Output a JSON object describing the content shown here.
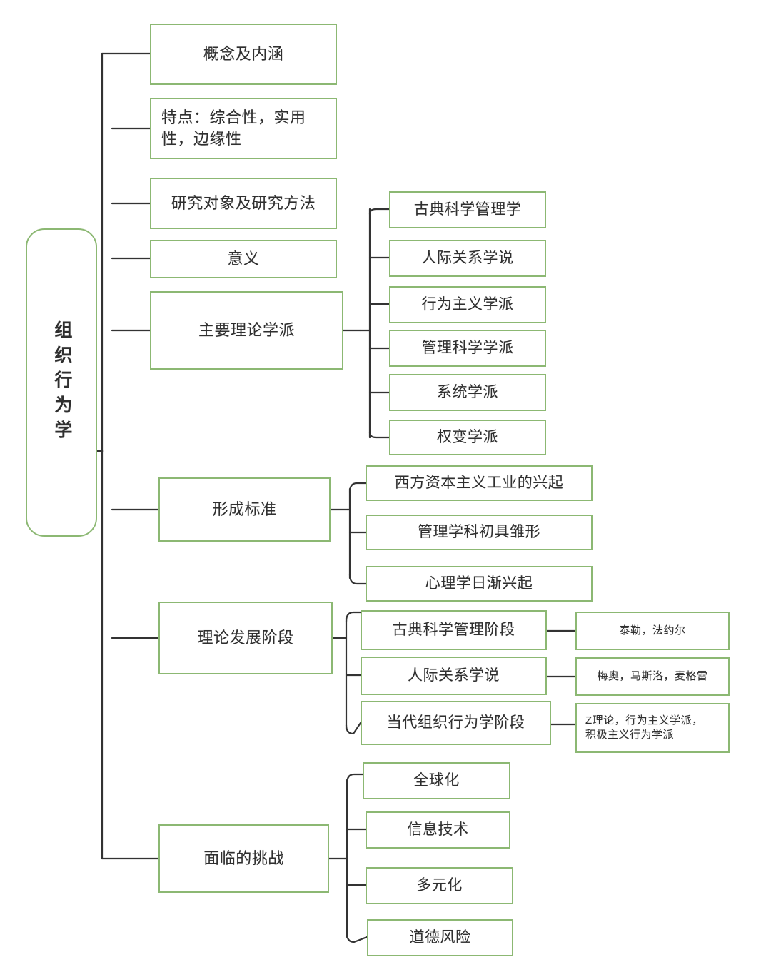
{
  "diagram": {
    "title": "组织行为学",
    "theme": {
      "box_border": "#8cb873",
      "connector": "#333333",
      "text": "#2f2f2f",
      "background": "#ffffff"
    },
    "root": {
      "label": "组织行为学",
      "orientation": "vertical"
    },
    "branches": [
      {
        "id": "concept",
        "label": "概念及内涵",
        "children": []
      },
      {
        "id": "features",
        "label": "特点：综合性，实用性，边缘性",
        "children": []
      },
      {
        "id": "object-method",
        "label": "研究对象及研究方法",
        "children": []
      },
      {
        "id": "significance",
        "label": "意义",
        "children": []
      },
      {
        "id": "main-schools",
        "label": "主要理论学派",
        "children": [
          {
            "id": "classical-sci-mgmt",
            "label": "古典科学管理学"
          },
          {
            "id": "human-relations",
            "label": "人际关系学说"
          },
          {
            "id": "behaviorism",
            "label": "行为主义学派"
          },
          {
            "id": "mgmt-science",
            "label": "管理科学学派"
          },
          {
            "id": "systems",
            "label": "系统学派"
          },
          {
            "id": "contingency",
            "label": "权变学派"
          }
        ]
      },
      {
        "id": "formation-criteria",
        "label": "形成标准",
        "children": [
          {
            "id": "western-capitalism",
            "label": "西方资本主义工业的兴起"
          },
          {
            "id": "mgmt-discipline",
            "label": "管理学科初具雏形"
          },
          {
            "id": "psychology-rise",
            "label": "心理学日渐兴起"
          }
        ]
      },
      {
        "id": "theory-stages",
        "label": "理论发展阶段",
        "children": [
          {
            "id": "stage-classical",
            "label": "古典科学管理阶段",
            "children": [
              {
                "id": "figures-classical",
                "label": "泰勒，法约尔"
              }
            ]
          },
          {
            "id": "stage-human-relations",
            "label": "人际关系学说",
            "children": [
              {
                "id": "figures-human-relations",
                "label": "梅奥，马斯洛，麦格雷"
              }
            ]
          },
          {
            "id": "stage-contemporary",
            "label": "当代组织行为学阶段",
            "children": [
              {
                "id": "figures-contemporary",
                "label": "Z理论，行为主义学派，\n积极主义行为学派"
              }
            ]
          }
        ]
      },
      {
        "id": "challenges",
        "label": "面临的挑战",
        "children": [
          {
            "id": "globalization",
            "label": "全球化"
          },
          {
            "id": "information-tech",
            "label": "信息技术"
          },
          {
            "id": "diversification",
            "label": "多元化"
          },
          {
            "id": "moral-hazard",
            "label": "道德风险"
          }
        ]
      }
    ]
  }
}
